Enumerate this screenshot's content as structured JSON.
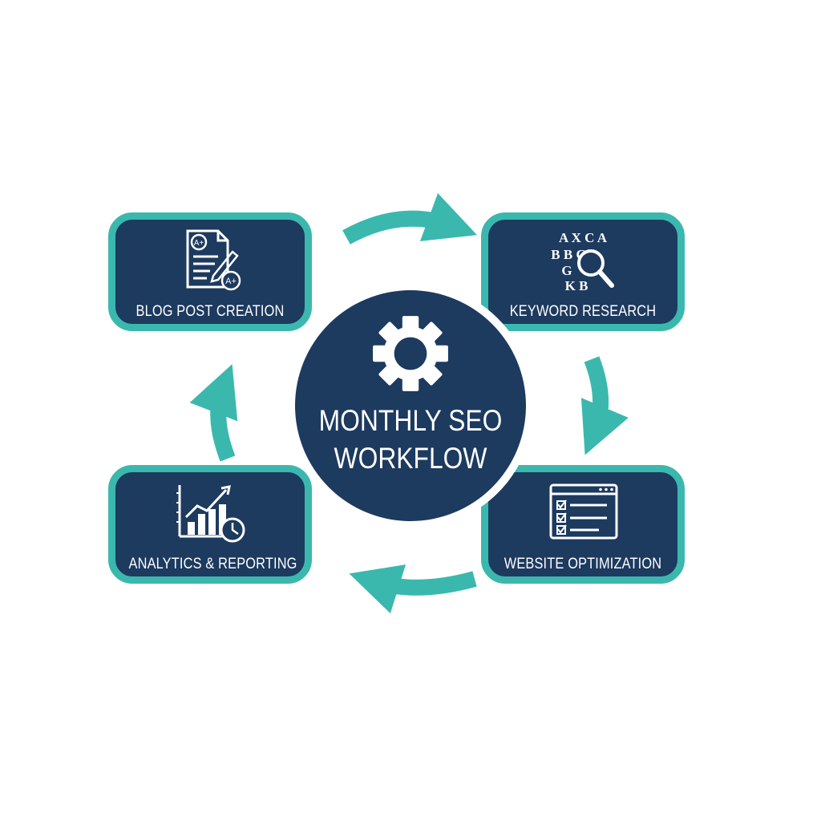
{
  "hub": {
    "line1": "MONTHLY SEO",
    "line2": "WORKFLOW",
    "icon": "gear-icon"
  },
  "steps": [
    {
      "label": "BLOG POST CREATION",
      "icon": "document-edit-icon"
    },
    {
      "label": "KEYWORD RESEARCH",
      "icon": "alphabet-magnifier-icon"
    },
    {
      "label": "WEBSITE OPTIMIZATION",
      "icon": "browser-checklist-icon"
    },
    {
      "label": "ANALYTICS & REPORTING",
      "icon": "chart-clock-icon"
    }
  ],
  "keyword_icon_letters": {
    "row1": "A X C A",
    "row2": "B B C",
    "row3": "G",
    "row4": "K B"
  },
  "doc_icon_badges": {
    "top": "A+",
    "bottom": "A+"
  },
  "colors": {
    "navy": "#1d3a5f",
    "teal": "#3bb8ae",
    "background": "#ffffff"
  }
}
